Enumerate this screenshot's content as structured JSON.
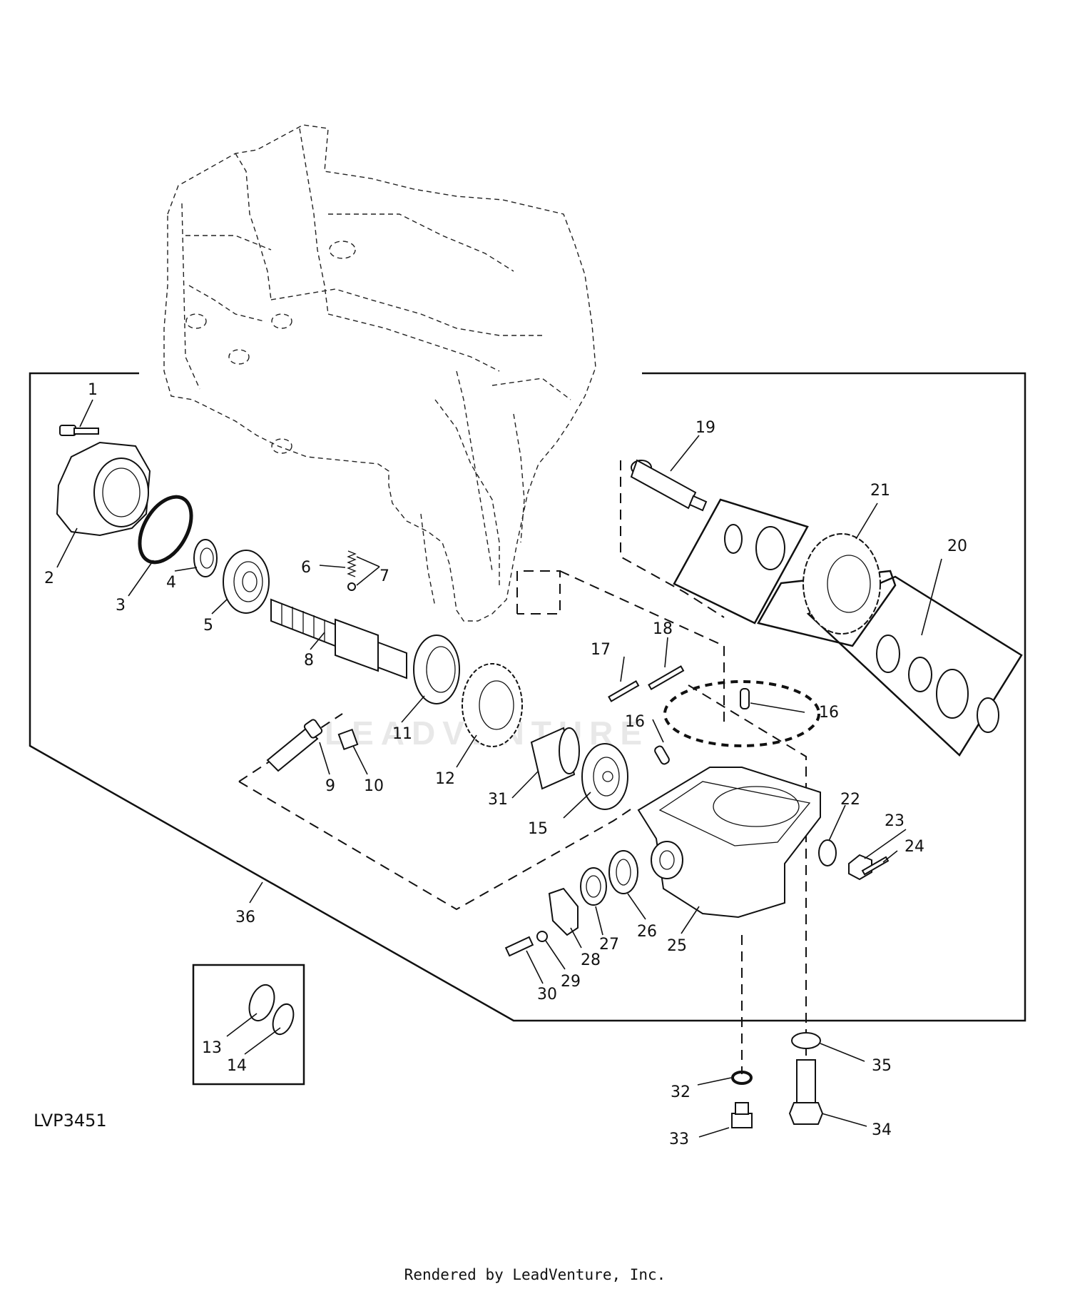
{
  "figure_code": "LVP3451",
  "footer_text": "Rendered by LeadVenture, Inc.",
  "watermark_text": "LEADVENTURE",
  "callouts": [
    "1",
    "2",
    "3",
    "4",
    "5",
    "6",
    "7",
    "8",
    "9",
    "10",
    "11",
    "12",
    "13",
    "14",
    "15",
    "16",
    "16",
    "17",
    "18",
    "19",
    "20",
    "21",
    "22",
    "23",
    "24",
    "25",
    "26",
    "27",
    "28",
    "29",
    "30",
    "31",
    "32",
    "33",
    "34",
    "35",
    "36"
  ]
}
